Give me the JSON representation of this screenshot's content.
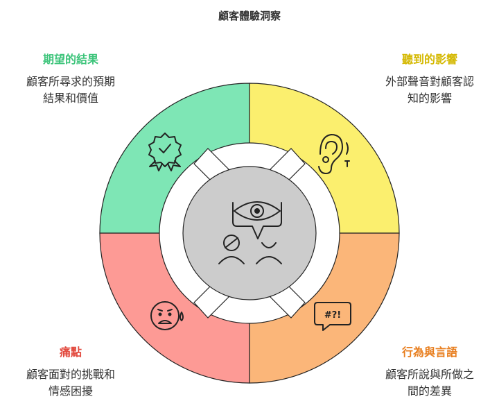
{
  "title": "顧客體驗洞察",
  "quadrants": {
    "top_left": {
      "label": "期望的結果",
      "desc_line1": "顧客所尋求的預期",
      "desc_line2": "結果和價值",
      "color": "#7ee6b5",
      "label_color": "#3cc47a",
      "icon": "rosette-check-icon"
    },
    "top_right": {
      "label": "聽到的影響",
      "desc_line1": "外部聲音對顧客認",
      "desc_line2": "知的影響",
      "color": "#fbef6e",
      "label_color": "#d4b800",
      "icon": "ear-sound-icon"
    },
    "bottom_left": {
      "label": "痛點",
      "desc_line1": "顧客面對的挑戰和",
      "desc_line2": "情感困擾",
      "color": "#fd9a95",
      "label_color": "#e24a3f",
      "icon": "sad-face-icon"
    },
    "bottom_right": {
      "label": "行為與言語",
      "desc_line1": "顧客所說與所做之",
      "desc_line2": "間的差異",
      "color": "#fbb679",
      "label_color": "#e87e1e",
      "icon": "speech-symbols-icon"
    }
  },
  "center": {
    "icon": "eye-insight-icon",
    "color": "#cccccc",
    "icon_text": "#?!"
  }
}
